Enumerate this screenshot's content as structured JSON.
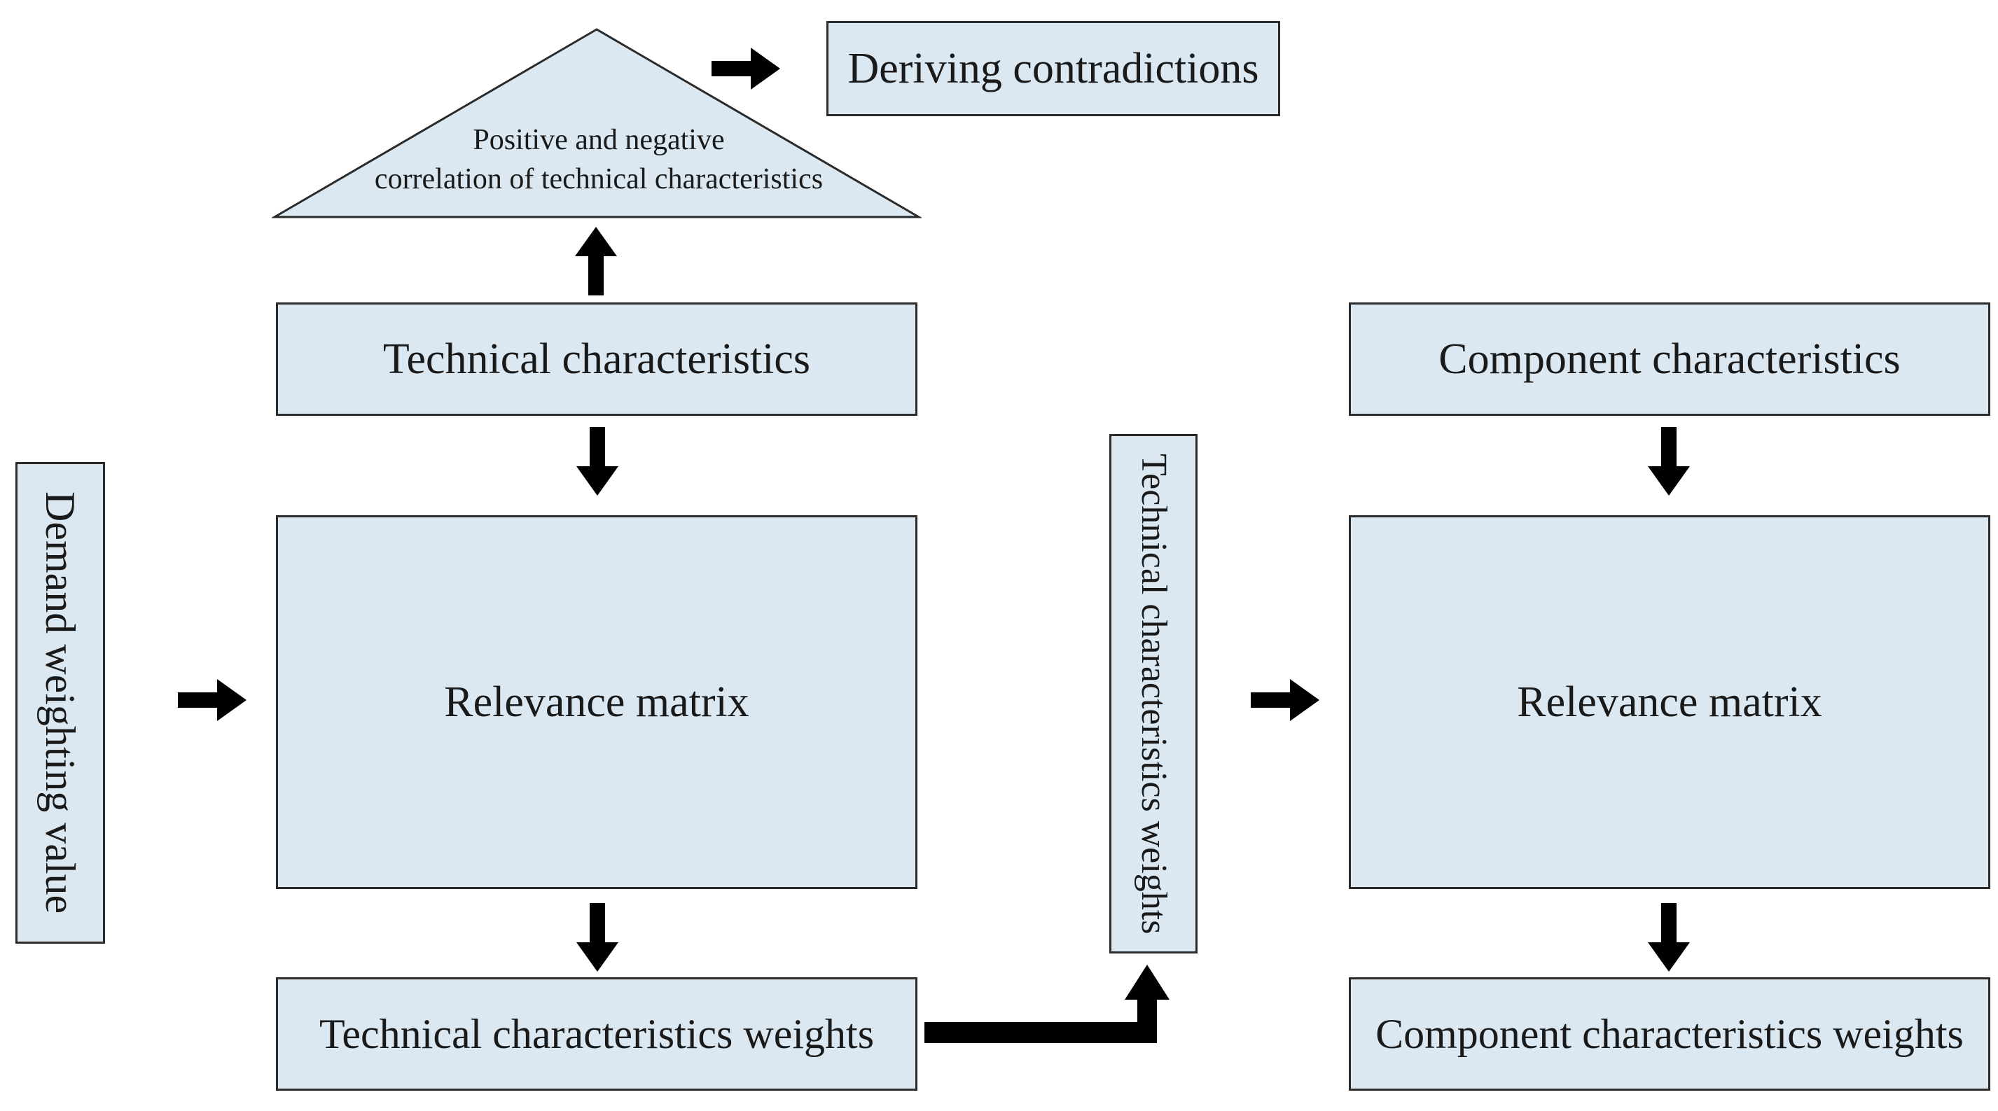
{
  "diagram": {
    "triangle_label_line1": "Positive and negative",
    "triangle_label_line2": "correlation of technical characteristics",
    "deriving_contradictions": "Deriving contradictions",
    "technical_characteristics": "Technical characteristics",
    "component_characteristics": "Component characteristics",
    "demand_weighting_value": "Demand weighting value",
    "relevance_matrix_left": "Relevance matrix",
    "technical_characteristics_weights_vertical": "Technical characteristics weights",
    "relevance_matrix_right": "Relevance matrix",
    "technical_characteristics_weights": "Technical characteristics weights",
    "component_characteristics_weights": "Component characteristics weights"
  },
  "colors": {
    "box_fill": "#dbe8f1",
    "box_border": "#2b2b2b",
    "arrow": "#000000"
  }
}
